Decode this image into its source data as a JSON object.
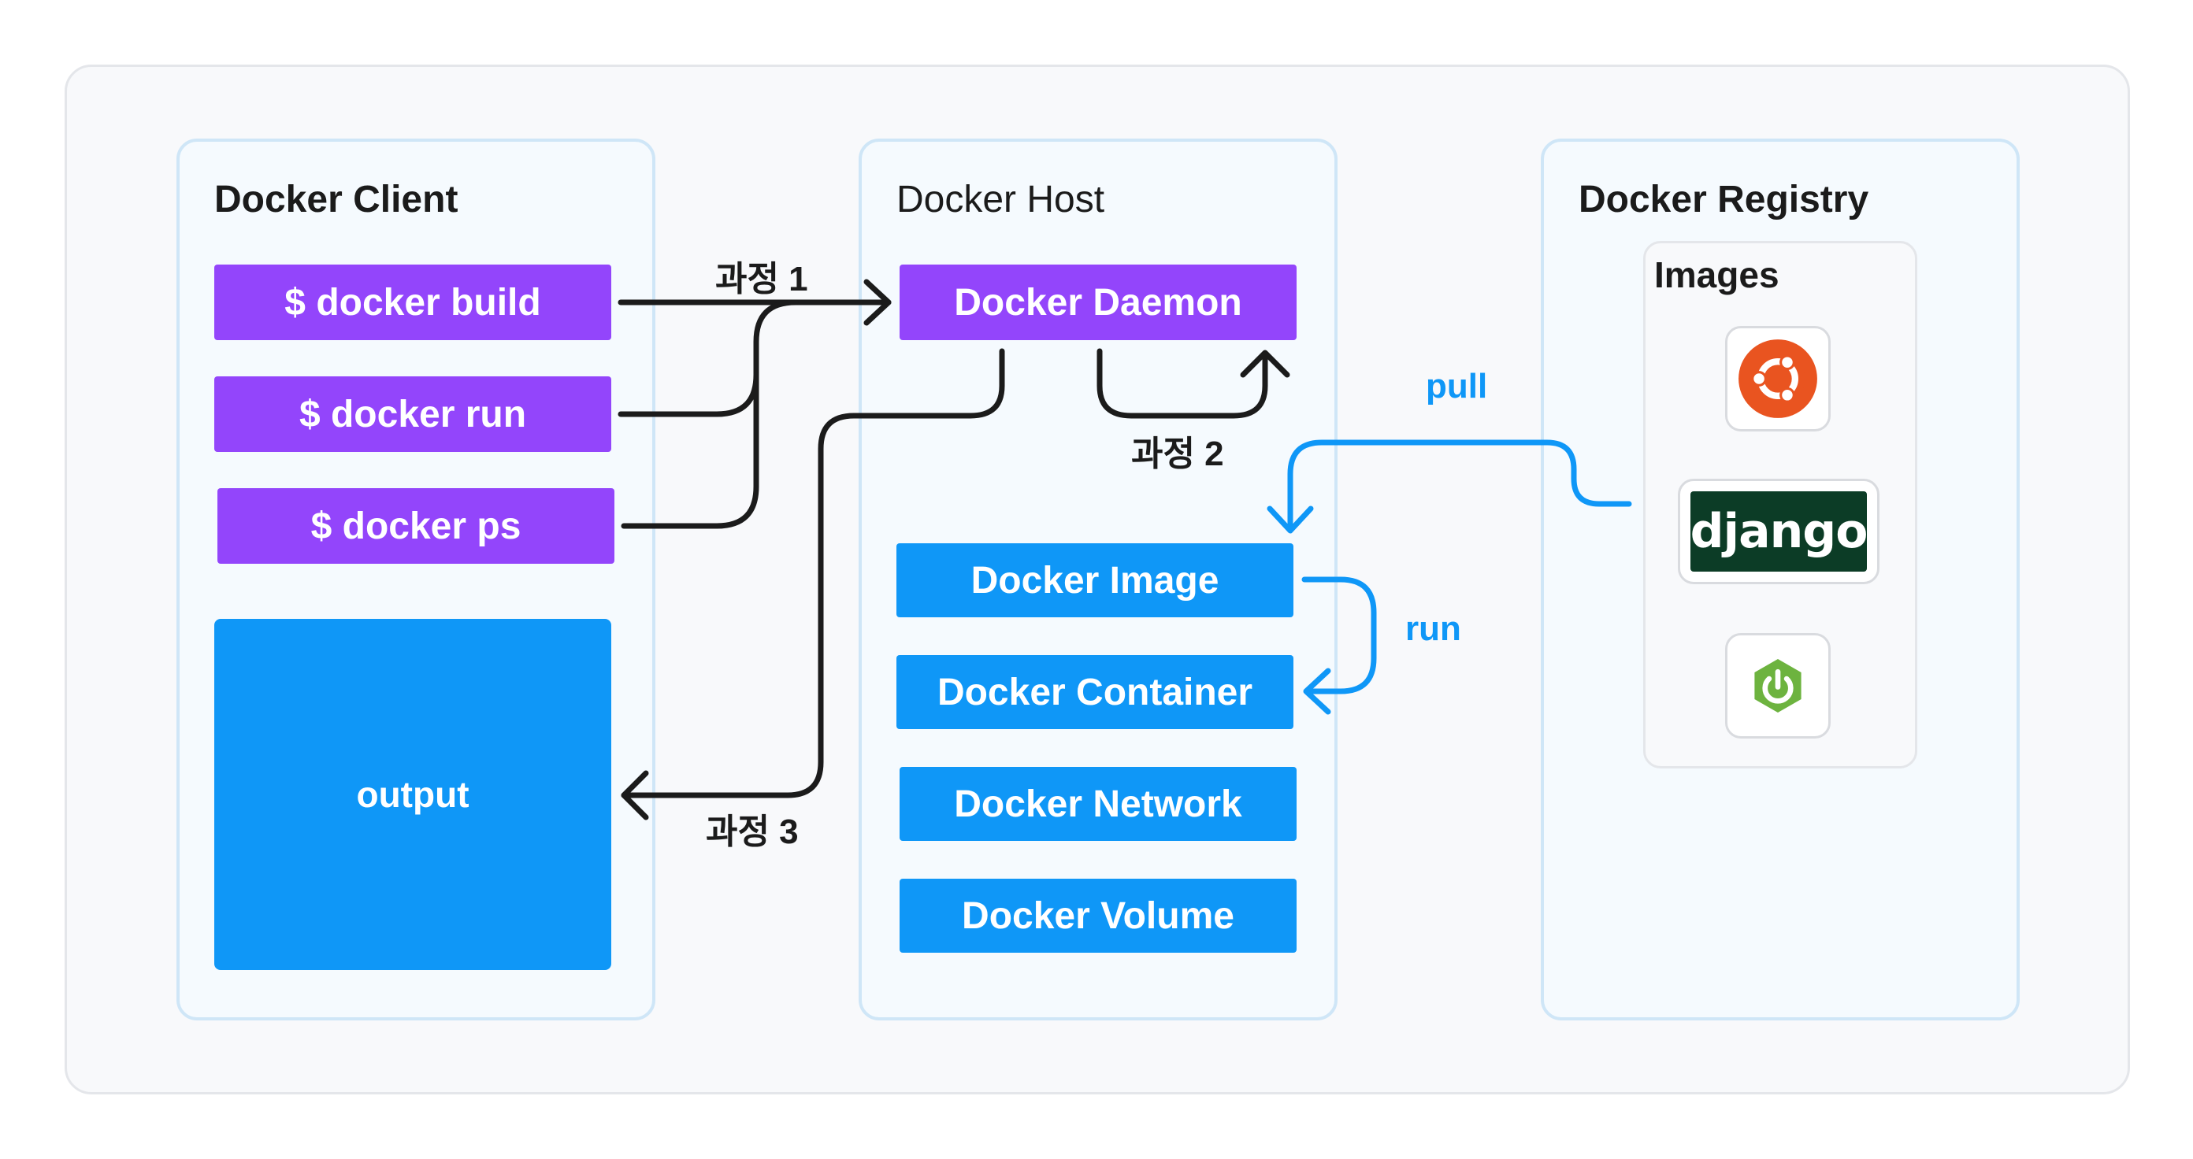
{
  "client": {
    "title": "Docker Client",
    "commands": [
      "$ docker build",
      "$ docker run",
      "$ docker ps"
    ],
    "output_label": "output"
  },
  "host": {
    "title": "Docker Host",
    "daemon_label": "Docker Daemon",
    "objects": [
      "Docker Image",
      "Docker Container",
      "Docker Network",
      "Docker Volume"
    ]
  },
  "registry": {
    "title": "Docker Registry",
    "images_title": "Images",
    "images": [
      {
        "name": "ubuntu",
        "icon": "ubuntu-logo-icon",
        "color": "#e95420"
      },
      {
        "name": "django",
        "icon": "django-logo",
        "color": "#0c3c26"
      },
      {
        "name": "spring",
        "icon": "spring-logo-icon",
        "color": "#6db33f"
      }
    ]
  },
  "arrows": {
    "step1": "과정 1",
    "step2": "과정 2",
    "step3": "과정 3",
    "pull": "pull",
    "run": "run"
  },
  "colors": {
    "purple": "#9345fb",
    "blue": "#0f97f7",
    "arrow_dark": "#1b1b1b",
    "panel_border": "#cfe6f7"
  }
}
